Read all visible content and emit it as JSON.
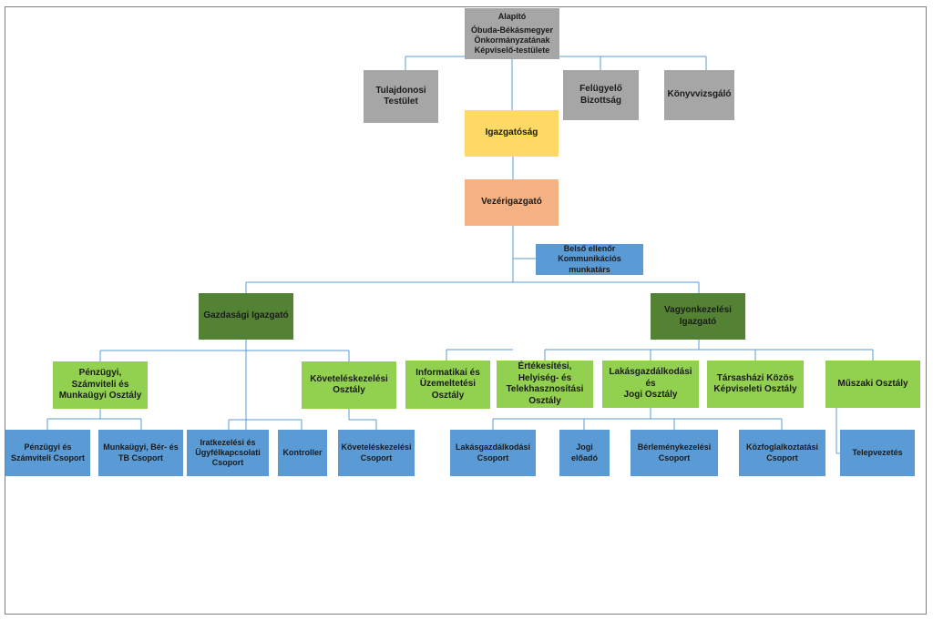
{
  "founder": {
    "title": "Alapító",
    "org": "Óbuda-Békásmegyer\nÖnkormányzatának\nKépviselő-testülete"
  },
  "board_row": {
    "ownership_board": "Tulajdonosi\nTestület",
    "supervisory_board": "Felügyelő Bizottság",
    "auditor": "Könyvvizsgáló"
  },
  "board_of_directors": "Igazgatóság",
  "ceo": "Vezérigazgató",
  "staff": "Belső ellenőr\nKommunikációs munkatárs",
  "directors": {
    "economic": "Gazdasági Igazgató",
    "asset": "Vagyonkezelési Igazgató"
  },
  "departments": {
    "finance": "Pénzügyi, Számviteli és\nMunkaügyi Osztály",
    "receivables": "Követeléskezelési\nOsztály",
    "it": "Informatikai és\nÜzemeltetési Osztály",
    "property_sales": "Értékesítési, Helyiség- és\nTelekhasznosítási\nOsztály",
    "housing_legal": "Lakásgazdálkodási és\nJogi Osztály",
    "condo": "Társasházi Közös\nKépviseleti Osztály",
    "technical": "Műszaki Osztály"
  },
  "groups": {
    "finance_accounting": "Pénzügyi és\nSzámviteli Csoport",
    "payroll": "Munkaügyi, Bér- és\nTB  Csoport",
    "records": "Iratkezelési és\nÜgyfélkapcsolati\nCsoport",
    "controller": "Kontroller",
    "receivables_group": "Követeléskezelési\nCsoport",
    "housing_group": "Lakásgazdálkodási\nCsoport",
    "legal_officer": "Jogi előadó",
    "lease_group": "Bérleménykezelési\nCsoport",
    "public_works": "Közfoglalkoztatási\nCsoport",
    "site_management": "Telepvezetés"
  }
}
